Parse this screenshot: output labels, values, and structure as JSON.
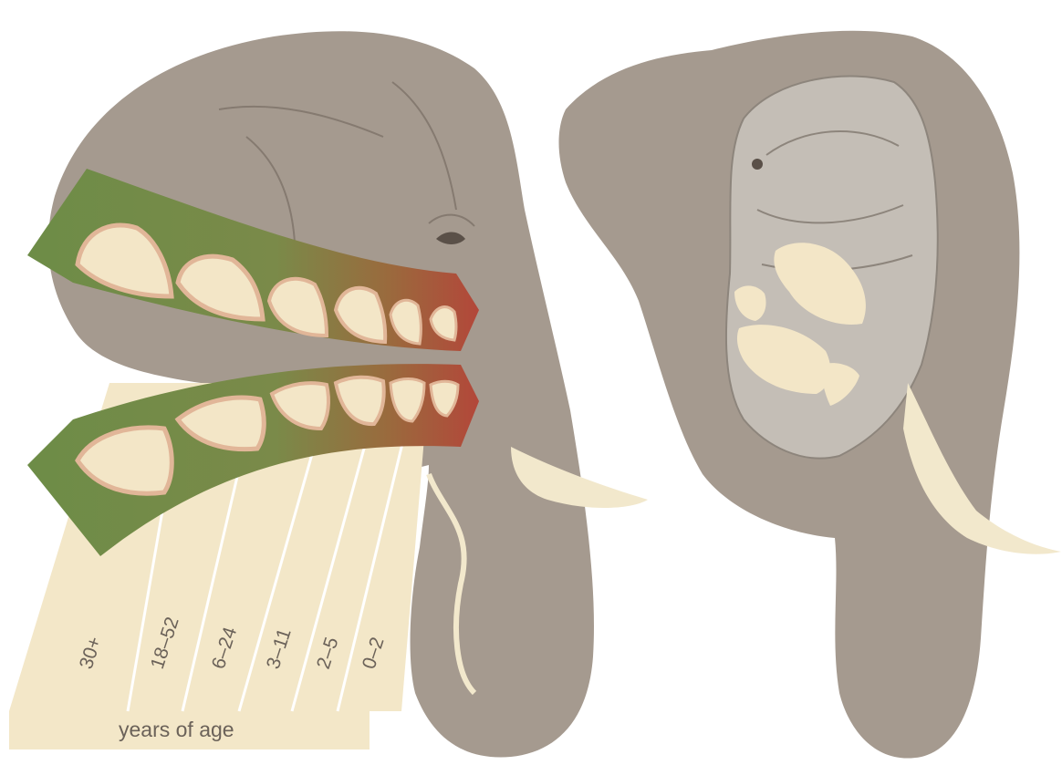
{
  "axis_label": "years of age",
  "age_ranges": [
    "30+",
    "18–52",
    "6–24",
    "3–11",
    "2–5",
    "0–2"
  ],
  "colors": {
    "skin": "#a59a8f",
    "skull": "#c4beb6",
    "tooth": "#f3e6c7",
    "tooth_root": "#e1b698",
    "tusk": "#f2e8cc",
    "band_green": "#6f8f4a",
    "band_red": "#b34a35",
    "chart_bg": "#f3e7c8",
    "line": "#7b7168"
  },
  "icons": [
    "elephant-head-icon",
    "elephant-skull-icon",
    "molar-icon",
    "tusk-icon"
  ]
}
